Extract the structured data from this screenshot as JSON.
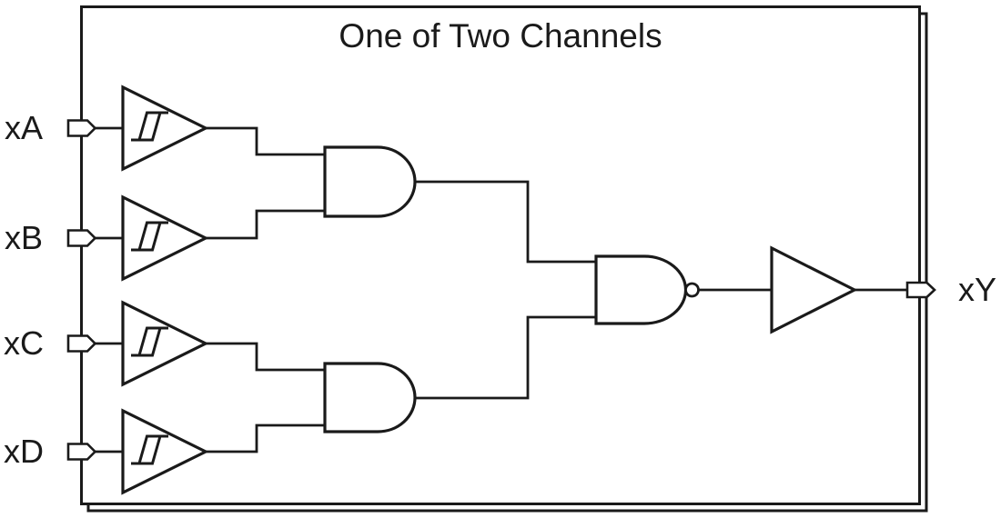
{
  "title": "One of Two Channels",
  "inputs": [
    {
      "label": "xA"
    },
    {
      "label": "xB"
    },
    {
      "label": "xC"
    },
    {
      "label": "xD"
    }
  ],
  "output": {
    "label": "xY"
  },
  "colors": {
    "line": "#1a1a1a",
    "background": "#ffffff"
  }
}
